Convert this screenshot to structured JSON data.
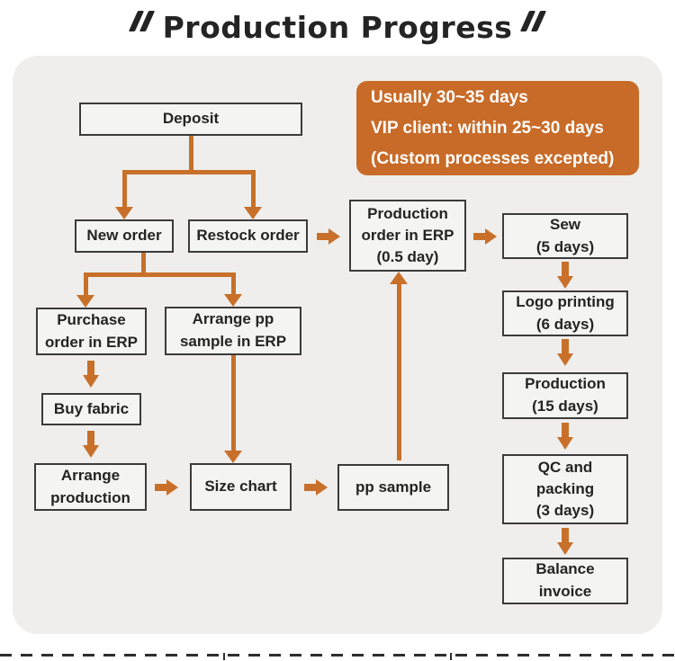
{
  "page": {
    "title": "Production Progress"
  },
  "callout": {
    "line1": "Usually 30~35 days",
    "line2": "VIP client: within 25~30 days",
    "line3": "(Custom processes excepted)"
  },
  "nodes": {
    "deposit": "Deposit",
    "new_order": "New order",
    "restock_order": "Restock order",
    "production_order_erp": "Production\norder in ERP\n(0.5 day)",
    "sew": "Sew\n(5 days)",
    "logo_printing": "Logo printing\n(6 days)",
    "production": "Production\n(15 days)",
    "qc_packing": "QC and\npacking\n(3 days)",
    "balance_invoice": "Balance\ninvoice",
    "purchase_order_erp": "Purchase\norder in ERP",
    "arrange_pp_sample": "Arrange pp\nsample in ERP",
    "buy_fabric": "Buy fabric",
    "arrange_production": "Arrange\nproduction",
    "size_chart": "Size chart",
    "pp_sample": "pp sample"
  },
  "colors": {
    "accent_orange": "#c8702a",
    "callout_bg": "#c86b28",
    "panel_bg": "#efeeec",
    "box_bg": "#f4f4f2",
    "box_border": "#3b3b3b",
    "text_dark": "#242424"
  }
}
